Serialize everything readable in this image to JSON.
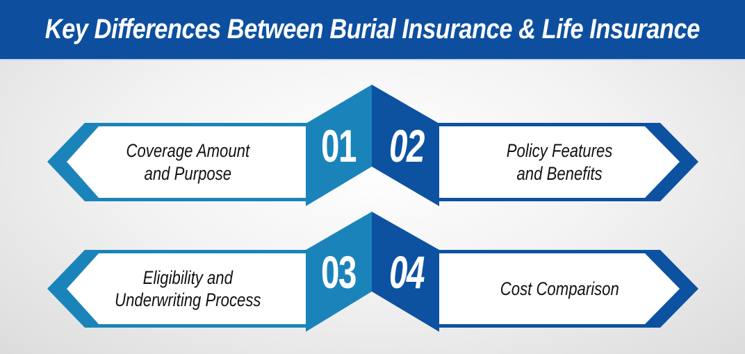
{
  "header": {
    "title": "Key Differences Between Burial Insurance & Life Insurance"
  },
  "colors": {
    "header_bg": "#0d4f9e",
    "light_blue": "#1a84ba",
    "dark_blue": "#0c52a0",
    "text": "#111111",
    "number_text": "#ffffff"
  },
  "items": [
    {
      "number": "01",
      "lines": [
        "Coverage Amount",
        "and Purpose"
      ],
      "side": "left"
    },
    {
      "number": "02",
      "lines": [
        "Policy Features",
        "and Benefits"
      ],
      "side": "right"
    },
    {
      "number": "03",
      "lines": [
        "Eligibility and",
        "Underwriting Process"
      ],
      "side": "left"
    },
    {
      "number": "04",
      "lines": [
        "Cost Comparison"
      ],
      "side": "right"
    }
  ]
}
